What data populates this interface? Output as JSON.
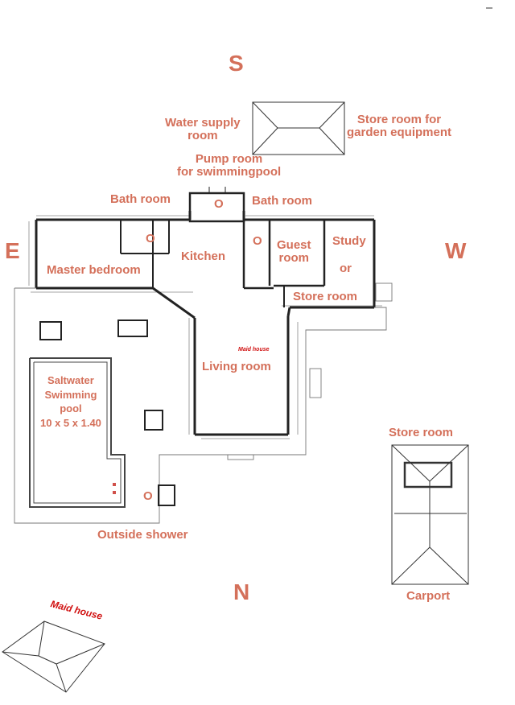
{
  "compass": {
    "south": "S",
    "north": "N",
    "east": "E",
    "west": "W"
  },
  "rooms": {
    "water_supply": "Water supply\nroom",
    "store_garden": "Store room for\ngarden equipment",
    "pump_room": "Pump room\nfor swimmingpool",
    "bath_left": "Bath room",
    "bath_right": "Bath room",
    "master_bedroom": "Master bedroom",
    "kitchen": "Kitchen",
    "guest_room": "Guest\nroom",
    "study": "Study",
    "or": "or",
    "store_room_main": "Store room",
    "living_room": "Living room",
    "maid_house_small": "Maid house",
    "pool": "Saltwater\nSwimming\npool\n10 x 5 x 1.40",
    "outside_shower": "Outside shower",
    "store_room_carport": "Store room",
    "carport": "Carport",
    "maid_house_corner": "Maid house"
  },
  "markers": {
    "o": "O"
  },
  "colors": {
    "label": "#d4705a",
    "walls": "#222222",
    "thin": "#777777",
    "maid": "#d01010"
  }
}
